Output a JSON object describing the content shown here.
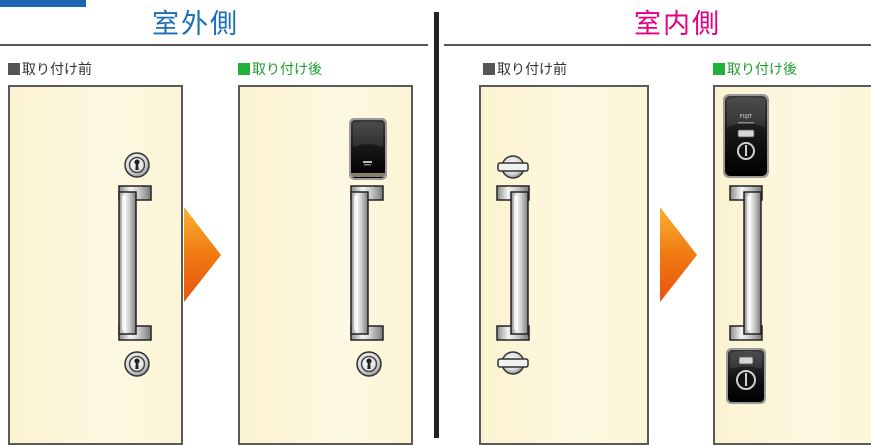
{
  "headings": {
    "outside": "室外側",
    "inside": "室内側"
  },
  "captions": {
    "outside_before": "取り付け前",
    "outside_after": "取り付け後",
    "inside_before": "取り付け前",
    "inside_after": "取り付け後"
  },
  "device_brand": "FUJIT",
  "colors": {
    "corner_tab": "#1f63b3",
    "outside_heading": "#1a6fb8",
    "inside_heading": "#e4007f",
    "before_square": "#555555",
    "after_square": "#21b03a",
    "after_caption": "#1e9c2e",
    "door_fill": "#fcf6d8",
    "arrow": "#f07a12",
    "divider": "#222222"
  },
  "icons": {
    "arrows": "right-triangle-arrow",
    "cylinder": "key-cylinder-icon",
    "thumbturn": "thumb-turn-icon",
    "reader": "smart-lock-reader-icon"
  }
}
